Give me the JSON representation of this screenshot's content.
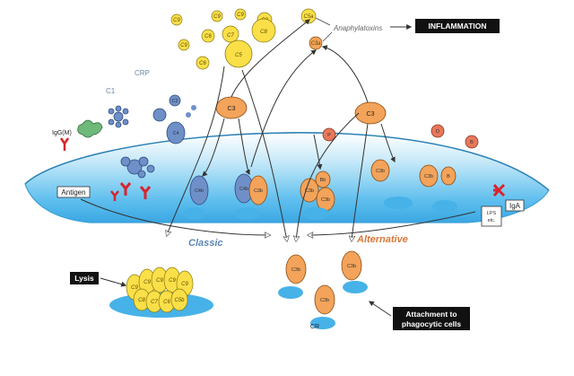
{
  "labels": {
    "inflammation": "INFLAMMATION",
    "anaphylatoxins": "Anaphylatoxins",
    "classic": "Classic",
    "alternative": "Alternative",
    "lysis": "Lysis",
    "attachment_line1": "Attachment to",
    "attachment_line2": "phagocytic cells",
    "antigen": "Antigen",
    "igg": "IgG(M)",
    "c1": "C1",
    "crp": "CRP",
    "iga": "IgA",
    "lps_line1": "LPS",
    "lps_line2": "etc.",
    "cr": "CR"
  },
  "components": {
    "c5": "C5",
    "c3": "C3",
    "c6": "C6",
    "c7": "C7",
    "c8": "C8",
    "c9": "C9",
    "c3a": "C3a",
    "c5a": "C5a",
    "c3b": "C3b",
    "c4b": "C4b",
    "c2a": "C2a",
    "c4": "C4",
    "c2": "C2",
    "c5b": "C5b",
    "bb": "Bb",
    "b": "B",
    "d": "D",
    "p": "P"
  },
  "colors": {
    "membrane": "#6cc4ee",
    "blue_component": "#6f8fc8",
    "orange_component": "#f3a35a",
    "yellow_component": "#fadf48",
    "red_antibody": "#d8242c",
    "green_crp": "#6eb87a",
    "label_box": "#111111"
  }
}
